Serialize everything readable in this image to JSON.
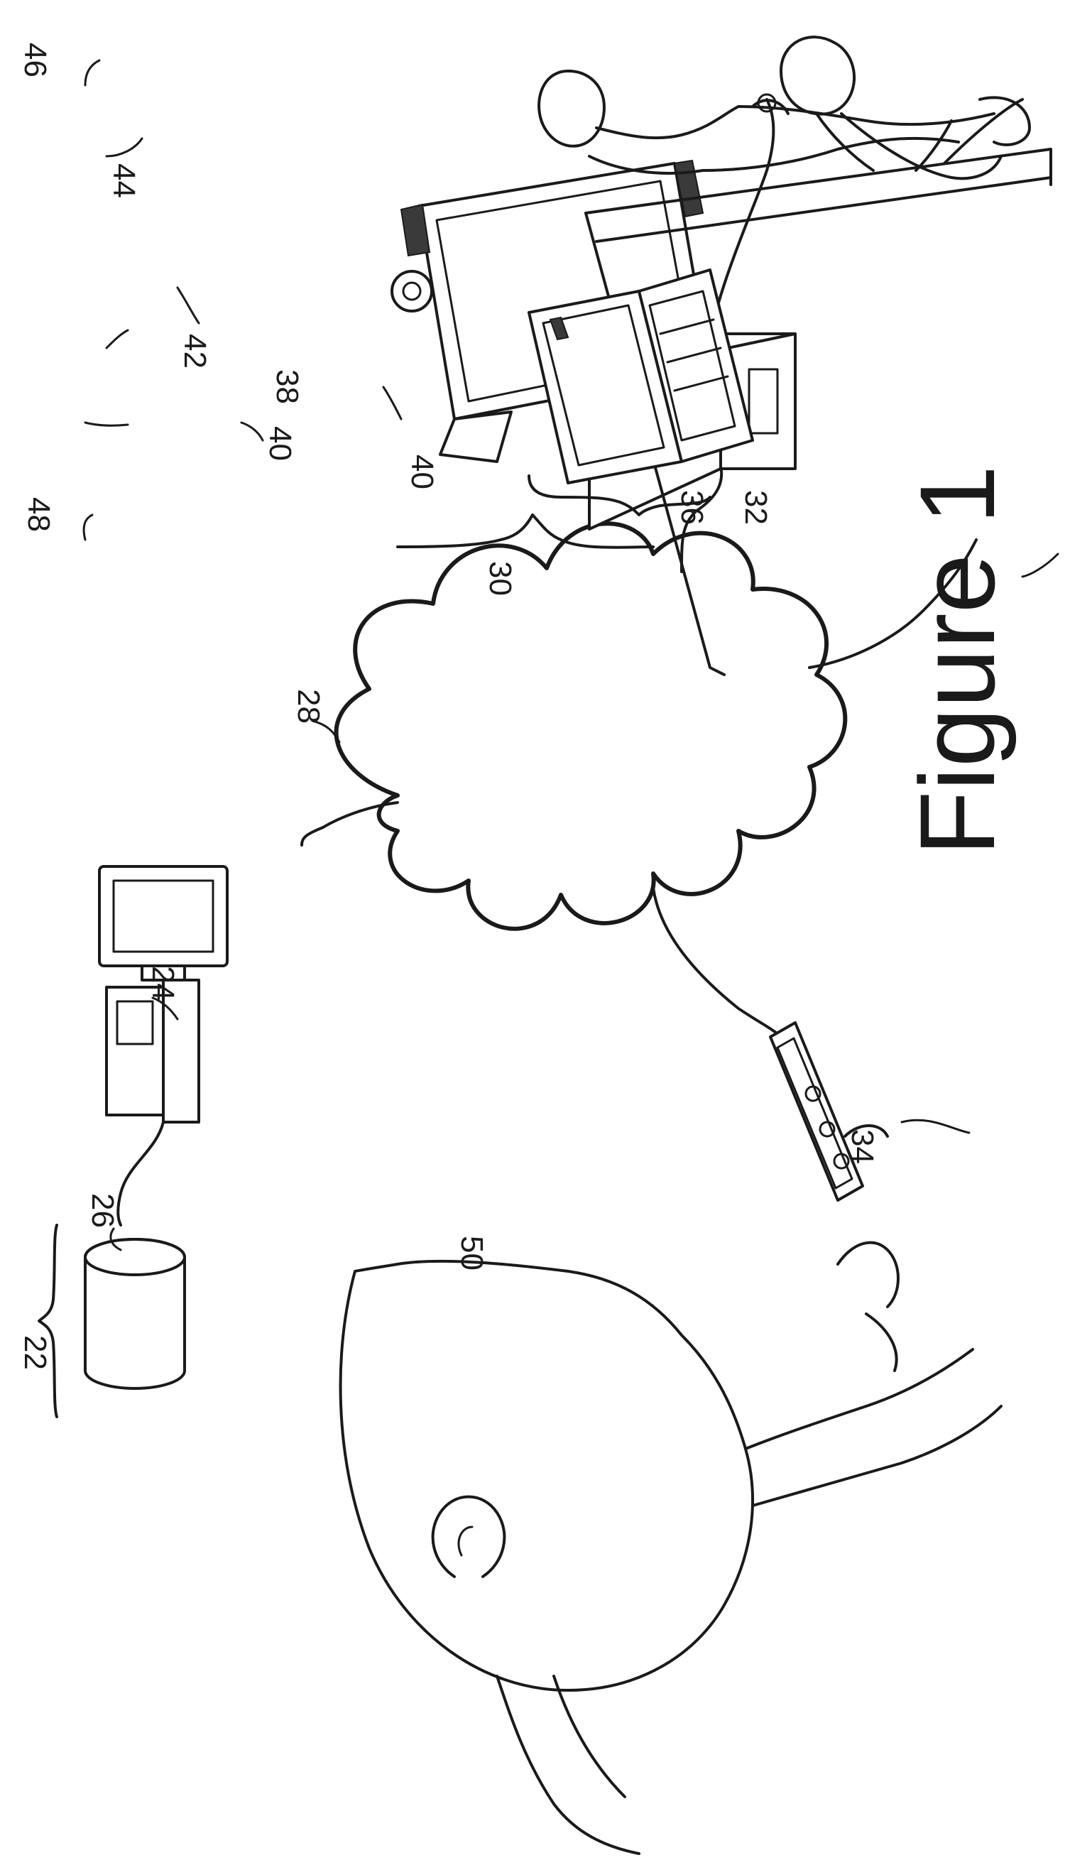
{
  "figure": {
    "caption": "Figure 1"
  },
  "labels": {
    "system_22": "22",
    "server_24": "24",
    "database_26": "26",
    "network_28": "28",
    "workstation_30": "30",
    "laptop_32": "32",
    "smartphone_34": "34",
    "computer_36": "36",
    "monitor_38": "38",
    "speaker_top_40": "40",
    "speaker_bottom_40": "40",
    "camera_42": "42",
    "microphone_44": "44",
    "user_46": "46",
    "user_48": "48",
    "user_50": "50"
  },
  "colors": {
    "ink": "#1a1a1a",
    "background": "#ffffff"
  }
}
